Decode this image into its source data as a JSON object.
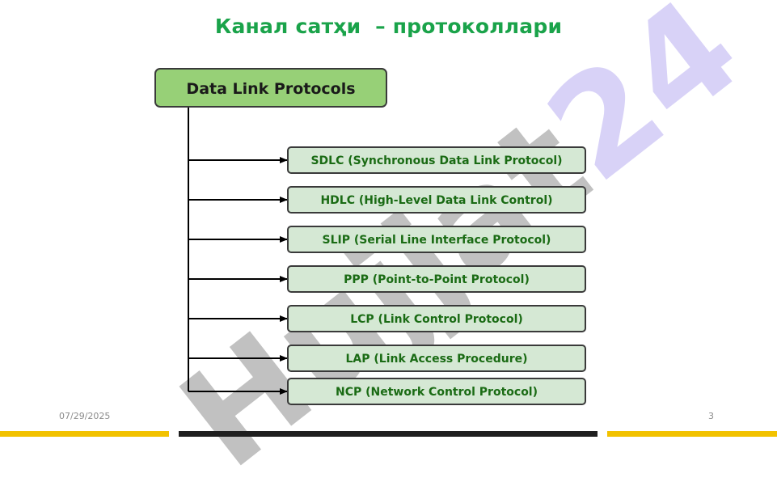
{
  "slide": {
    "title": "Канал сатҳи  – протоколлари",
    "date": "07/29/2025",
    "page_number": "3"
  },
  "diagram": {
    "root": "Data Link Protocols",
    "children": [
      "SDLC (Synchronous Data Link Protocol)",
      "HDLC (High-Level Data Link Control)",
      "SLIP (Serial Line Interface Protocol)",
      "PPP (Point-to-Point Protocol)",
      "LCP (Link Control Protocol)",
      "LAP (Link Access Procedure)",
      "NCP (Network Control Protocol)"
    ]
  },
  "watermark": {
    "part1": "Hujjat",
    "part2": "24"
  },
  "colors": {
    "title_green": "#1aa34a",
    "root_fill": "#97d077",
    "child_fill": "#d5e8d4",
    "child_text": "#1a6b14",
    "bar_yellow": "#f2c200",
    "bar_dark": "#1f1f1f"
  }
}
